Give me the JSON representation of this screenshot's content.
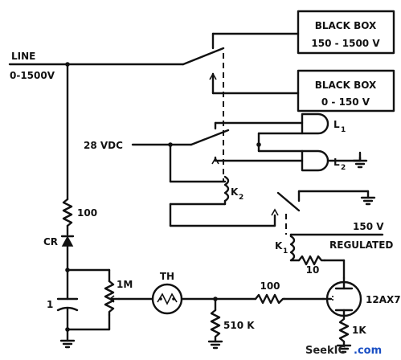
{
  "labels": {
    "bb1_line1": "BLACK BOX",
    "bb1_line2": "150 - 1500 V",
    "bb2_line1": "BLACK BOX",
    "bb2_line2": "0 - 150 V",
    "line": "LINE",
    "line_range": "0-1500V",
    "vdc": "28 VDC",
    "l1": "L",
    "l1_sub": "1",
    "l2": "L",
    "l2_sub": "2",
    "k2": "K",
    "k2_sub": "2",
    "k1": "K",
    "k1_sub": "1",
    "r100_top": "100",
    "cr": "CR",
    "cap": "1",
    "pot": "1M",
    "th": "TH",
    "r510k": "510 K",
    "r100_grid": "100",
    "r10": "10",
    "reg1": "150 V",
    "reg2": "REGULATED",
    "tube": "12AX7",
    "r1k": "1K"
  },
  "watermark": {
    "left": "SeekIC",
    "right": ".com",
    "left_color": "#222222",
    "right_color": "#1a4fc4"
  }
}
